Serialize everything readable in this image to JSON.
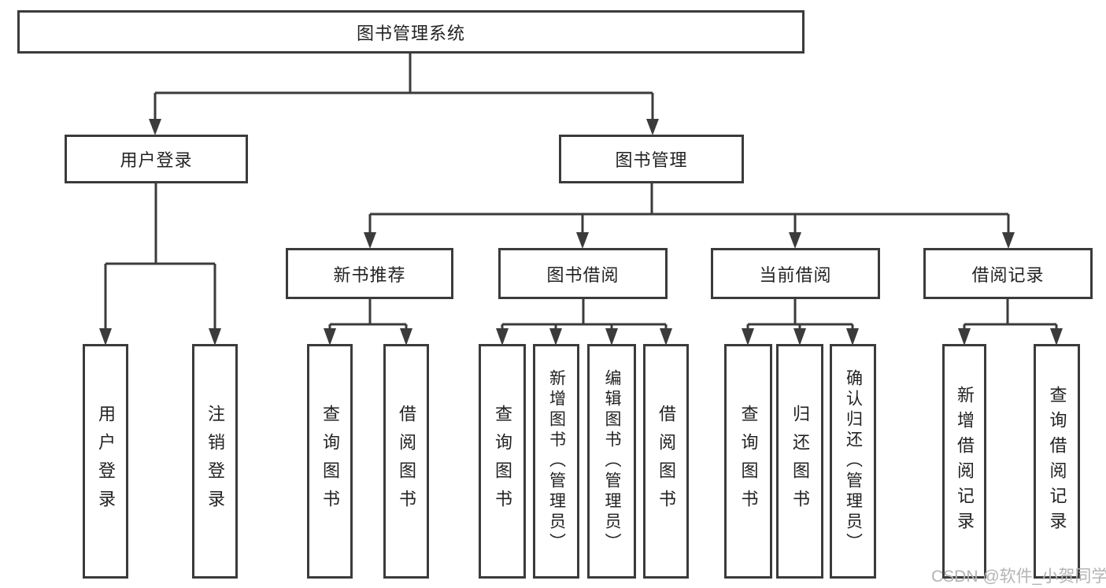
{
  "diagram_title": "图书管理系统",
  "tree": {
    "label": "图书管理系统",
    "children": [
      {
        "label": "用户登录",
        "children": [
          {
            "label": "用户登录"
          },
          {
            "label": "注销登录"
          }
        ]
      },
      {
        "label": "图书管理",
        "children": [
          {
            "label": "新书推荐",
            "children": [
              {
                "label": "查询图书"
              },
              {
                "label": "借阅图书"
              }
            ]
          },
          {
            "label": "图书借阅",
            "children": [
              {
                "label": "查询图书"
              },
              {
                "label": "新增图书（管理员）"
              },
              {
                "label": "编辑图书（管理员）"
              },
              {
                "label": "借阅图书"
              }
            ]
          },
          {
            "label": "当前借阅",
            "children": [
              {
                "label": "查询图书"
              },
              {
                "label": "归还图书"
              },
              {
                "label": "确认归还（管理员）"
              }
            ]
          },
          {
            "label": "借阅记录",
            "children": [
              {
                "label": "新增借阅记录"
              },
              {
                "label": "查询借阅记录"
              }
            ]
          }
        ]
      }
    ]
  },
  "watermark": {
    "text": "CSDN @软件_小贺同学"
  },
  "colors": {
    "line": "#3b3b3b",
    "box_border": "#3b3b3b",
    "text": "#222222",
    "watermark": "#b4b4b4",
    "background": "#ffffff"
  }
}
